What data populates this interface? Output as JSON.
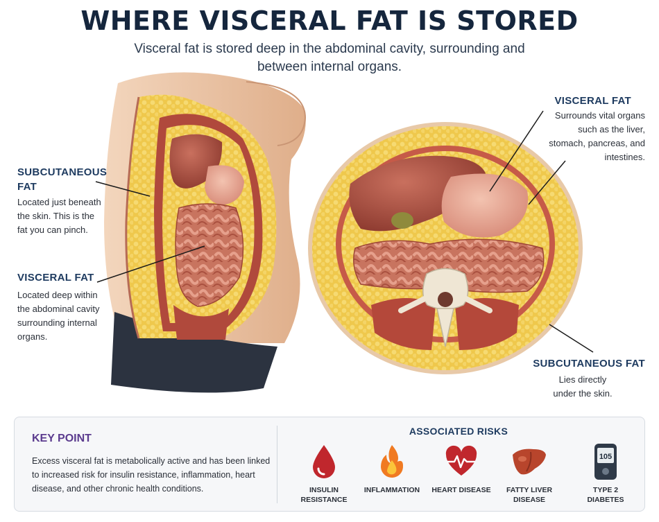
{
  "title": "WHERE VISCERAL FAT IS STORED",
  "subtitle": "Visceral fat is stored deep in the abdominal cavity, surrounding and between internal organs.",
  "left_labels": {
    "subcutaneous": {
      "heading": "SUBCUTANEOUS FAT",
      "body": "Located just beneath the skin. This is the fat you can pinch."
    },
    "visceral": {
      "heading": "VISCERAL FAT",
      "body": "Located deep within the abdominal cavity surrounding internal organs."
    }
  },
  "right_labels": {
    "visceral": {
      "heading": "VISCERAL FAT",
      "body": "Surrounds vital organs such as the liver, stomach, pancreas, and intestines."
    },
    "subcutaneous": {
      "heading": "SUBCUTANEOUS FAT",
      "body": "Lies directly under the skin."
    }
  },
  "key_point": {
    "title": "KEY POINT",
    "text": "Excess visceral fat is metabolically active and has been linked to increased risk for insulin resistance, inflammation, heart disease, and other chronic health conditions."
  },
  "risks": {
    "title": "ASSOCIATED RISKS",
    "items": [
      {
        "label": "INSULIN\nRESISTANCE",
        "icon": "blood-drop-icon"
      },
      {
        "label": "INFLAMMATION",
        "icon": "flame-icon"
      },
      {
        "label": "HEART DISEASE",
        "icon": "heart-pulse-icon"
      },
      {
        "label": "FATTY LIVER\nDISEASE",
        "icon": "liver-icon"
      },
      {
        "label": "TYPE 2\nDIABETES",
        "icon": "glucose-meter-icon"
      }
    ],
    "meter_reading": "105"
  },
  "colors": {
    "title": "#15263d",
    "heading": "#1d3a5f",
    "key_point": "#5b3b8e",
    "fat": "#f0c84a",
    "organ": "#b85c4c",
    "skin": "#e8c3a4",
    "risk_red": "#c0272d"
  }
}
